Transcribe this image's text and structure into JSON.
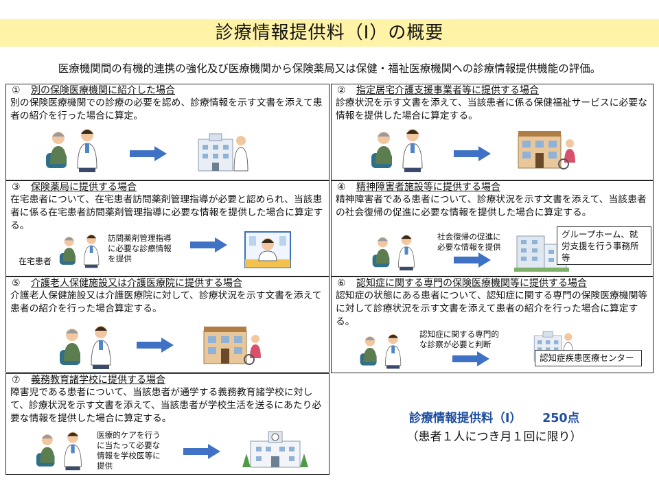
{
  "title": "診療情報提供料（Ⅰ）の概要",
  "subtitle": "医療機関間の有機的連携の強化及び医療機関から保険薬局又は保健・福祉医療機関への診療情報提供機能の評価。",
  "panels": [
    {
      "num": "①",
      "heading": "別の保険医療機関に紹介した場合",
      "body": "別の保険医療機関での診療の必要を認め、診療情報を示す文書を添えて患者の紹介を行った場合に算定。"
    },
    {
      "num": "②",
      "heading": "指定居宅介護支援事業者等に提供する場合",
      "body": "診療状況を示す文書を添えて、当該患者に係る保健福祉サービスに必要な情報を提供した場合に算定する。"
    },
    {
      "num": "③",
      "heading": "保険薬局に提供する場合",
      "body": "在宅患者について、在宅患者訪問薬剤管理指導が必要と認められ、当該患者に係る在宅患者訪問薬剤管理指導に必要な情報を提供した場合に算定する。",
      "note": "訪問薬剤管理指導\nに必要な診療情報\nを提供",
      "patient_label": "在宅患者"
    },
    {
      "num": "④",
      "heading": "精神障害者施設等に提供する場合",
      "body": "精神障害者である患者について、診療状況を示す文書を添えて、当該患者の社会復帰の促進に必要な情報を提供した場合に算定する。",
      "note": "社会復帰の促進に\n必要な情報を提供",
      "callout": "グループホーム、就\n労支援を行う事務所\n等"
    },
    {
      "num": "⑤",
      "heading": "介護老人保健施設又は介護医療院に提供する場合",
      "body": "介護老人保健施設又は介護医療院に対して、診療状況を示す文書を添えて患者の紹介を行った場合算定する。"
    },
    {
      "num": "⑥",
      "heading": "認知症に関する専門の保険医療機関等に提供する場合",
      "body": "認知症の状態にある患者について、認知症に関する専門の保険医療機関等に対して診療状況を示す文書を添えて患者の紹介を行った場合に算定する。",
      "note": "認知症に関する専門的\nな診察が必要と判断",
      "callout": "認知症疾患医療センター"
    },
    {
      "num": "⑦",
      "heading": "義務教育諸学校に提供する場合",
      "body": "障害児である患者について、当該患者が通学する義務教育諸学校に対して、診療状況を示す文書を添えて、当該患者が学校生活を送るにあたり必要な情報を提供した場合に算定する。",
      "note": "医療的ケアを行う\nに当たって必要な\n情報を学校医等に\n提供"
    }
  ],
  "fee": {
    "name": "診療情報提供料（Ⅰ）",
    "points": "250点",
    "note": "（患者１人につき月１回に限り）"
  },
  "colors": {
    "title_band": "#fff3a8",
    "arrow": "#3f72c4",
    "fee_text": "#1f4ea3"
  }
}
